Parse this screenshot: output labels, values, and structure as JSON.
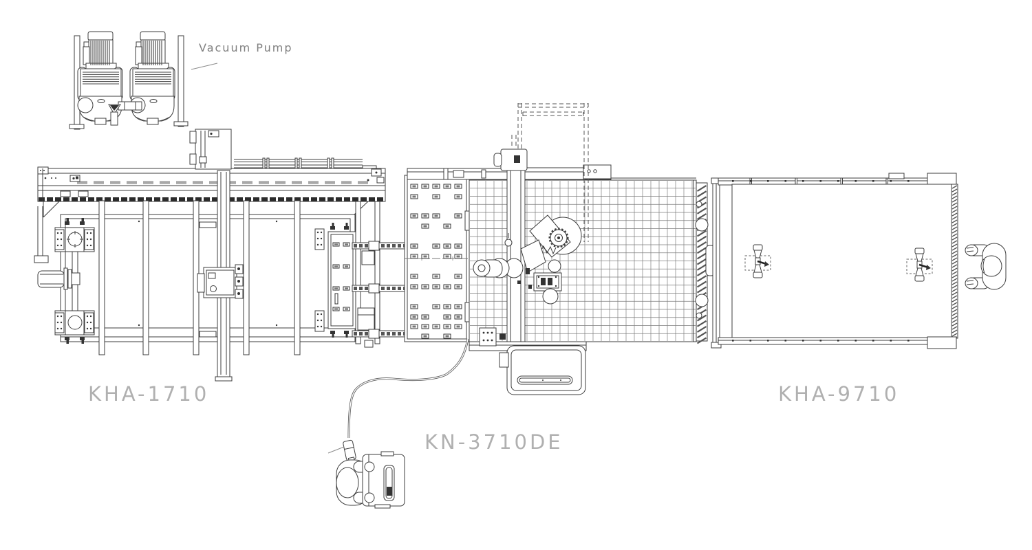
{
  "labels": {
    "vacuum_pump": "Vacuum Pump",
    "left_machine": "KHA-1710",
    "center_machine": "KN-3710DE",
    "right_machine": "KHA-9710"
  },
  "colors": {
    "line": "#3c3c3c",
    "machine_label": "#b0b0b0",
    "annotation_label": "#808080",
    "background": "#ffffff"
  }
}
